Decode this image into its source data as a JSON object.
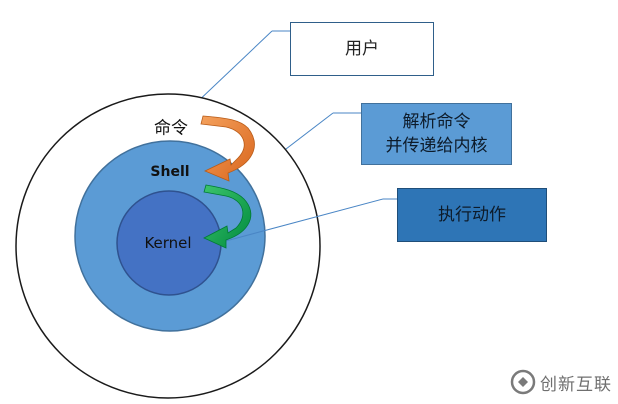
{
  "rings": {
    "outer_label": "命令",
    "middle_label": "Shell",
    "inner_label": "Kernel"
  },
  "callouts": {
    "user": "用户",
    "parse_line1": "解析命令",
    "parse_line2": "并传递给内核",
    "execute": "执行动作"
  },
  "watermark": {
    "text": "创新互联"
  },
  "colors": {
    "outer_ring": "#ffffff",
    "shell_ring": "#5b9bd5",
    "kernel_core": "#4472c4",
    "arrow_orange": "#ed7d31",
    "arrow_green": "#00a651",
    "leader_line": "#4a86c5"
  }
}
